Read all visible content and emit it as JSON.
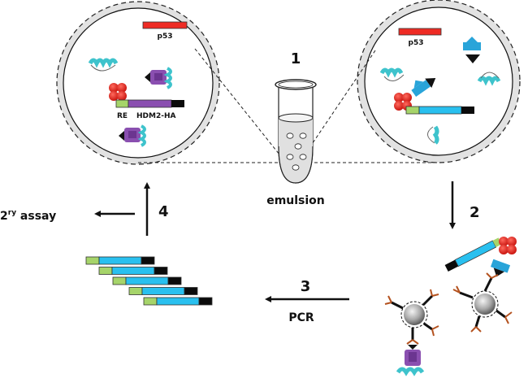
{
  "title": "Emulsion-based selection workflow",
  "steps": {
    "step1": "1",
    "step2": "2",
    "step3": "3",
    "step4": "4"
  },
  "labels": {
    "emulsion": "emulsion",
    "pcr": "PCR",
    "secondary_assay_base": "2",
    "secondary_assay_sup": "ry",
    "secondary_assay_rest": " assay",
    "p53_left": "p53",
    "p53_right": "p53",
    "re": "RE",
    "hdm2_ha": "HDM2-HA"
  },
  "colors": {
    "p53": "#ee2b24",
    "re_segment": "#a6d46a",
    "hdm2_segment": "#8a4fb0",
    "library_segment": "#29c0ef",
    "tag_segment": "#0b0b0b",
    "helix": "#3ec3cc",
    "droplet_shell": "#e2e2e2",
    "emulsion_fill": "#e0e0e0",
    "bead": "#9a9a9a",
    "antibody": "#b4521f",
    "repressor_red": "#e8231c"
  },
  "pcr_products_count": 5
}
